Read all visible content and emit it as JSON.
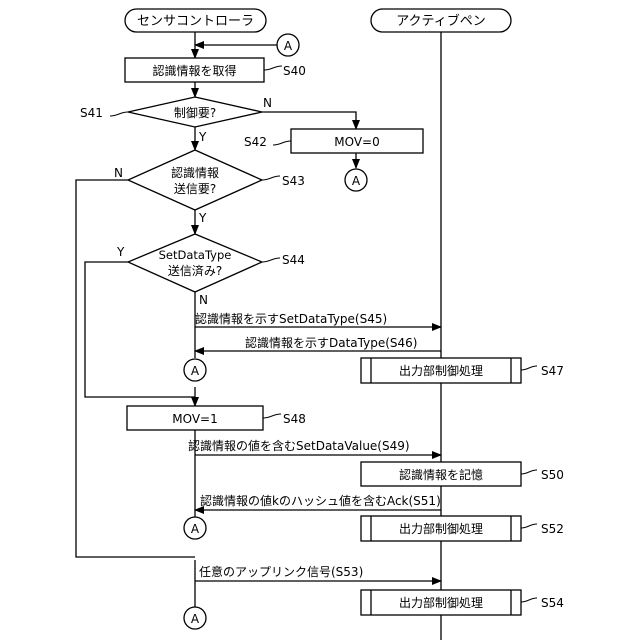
{
  "lanes": {
    "left": "センサコントローラ",
    "right": "アクティブペン"
  },
  "connector_label": "A",
  "steps": {
    "s40": {
      "text": "認識情報を取得",
      "id": "S40"
    },
    "s41": {
      "text": "制御要?",
      "id": "S41",
      "yes": "Y",
      "no": "N"
    },
    "s42": {
      "text": "MOV=0",
      "id": "S42"
    },
    "s43": {
      "line1": "認識情報",
      "line2": "送信要?",
      "id": "S43",
      "yes": "Y",
      "no": "N"
    },
    "s44": {
      "line1": "SetDataType",
      "line2": "送信済み?",
      "id": "S44",
      "yes": "Y",
      "no": "N"
    },
    "s45": {
      "text": "認識情報を示すSetDataType(S45)"
    },
    "s46": {
      "text": "認識情報を示すDataType(S46)"
    },
    "s47": {
      "text": "出力部制御処理",
      "id": "S47"
    },
    "s48": {
      "text": "MOV=1",
      "id": "S48"
    },
    "s49": {
      "text": "認識情報の値を含むSetDataValue(S49)"
    },
    "s50": {
      "text": "認識情報を記憶",
      "id": "S50"
    },
    "s51": {
      "text": "認識情報の値kのハッシュ値を含むAck(S51)"
    },
    "s52": {
      "text": "出力部制御処理",
      "id": "S52"
    },
    "s53": {
      "text": "任意のアップリンク信号(S53)"
    },
    "s54": {
      "text": "出力部制御処理",
      "id": "S54"
    }
  }
}
